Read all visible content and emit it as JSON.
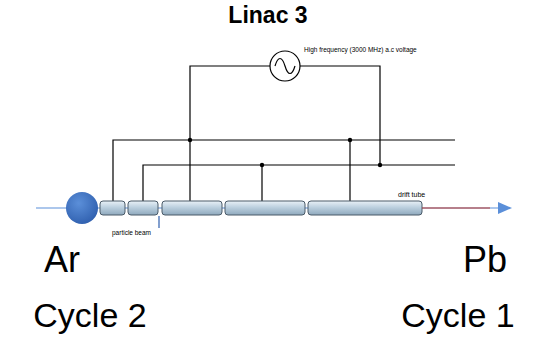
{
  "diagram": {
    "title": "Linac 3",
    "labels": [
      "High frequency (3000 MHz) a.c voltage",
      "particle beam",
      "drift tube",
      "Ar",
      "Pb",
      "Cycle 2",
      "Cycle 1"
    ]
  }
}
